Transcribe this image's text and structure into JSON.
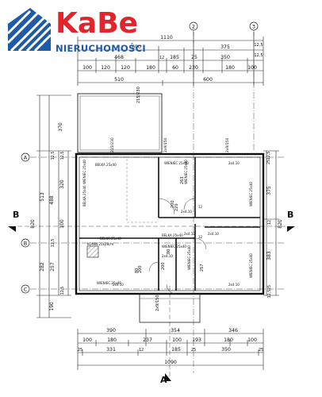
{
  "brand": {
    "name": "KaBe",
    "tagline": "NIERUCHOMOŚCI",
    "colors": {
      "red": "#e3242b",
      "blue": "#1f5aa8"
    }
  },
  "axes": {
    "top": [
      "2",
      "3"
    ],
    "left": [
      "A",
      "B",
      "C"
    ],
    "section_marks": [
      "B",
      "B",
      "A"
    ]
  },
  "dimensions": {
    "top_overall": "1110",
    "top_row1": [
      "690",
      "375",
      "12,5"
    ],
    "top_row2": [
      "468",
      "12",
      "185",
      "25",
      "350",
      "12,5"
    ],
    "top_row3": [
      "100",
      "120",
      "120",
      "180",
      "60",
      "230",
      "180",
      "100"
    ],
    "top_row4": [
      "510",
      "600"
    ],
    "bottom_row1": [
      "390",
      "354",
      "346"
    ],
    "bottom_row2": [
      "100",
      "180",
      "237",
      "100",
      "193",
      "180",
      "100"
    ],
    "bottom_row3": [
      "25",
      "331",
      "12",
      "185",
      "25",
      "350",
      "25"
    ],
    "bottom_overall": "1090",
    "left_vertical": [
      "370",
      "12,5",
      "12,5",
      "513",
      "320",
      "488",
      "820",
      "100",
      "12,5",
      "282",
      "257",
      "12,5",
      "190"
    ],
    "right_vertical": [
      "12,5",
      "25",
      "375",
      "12",
      "820",
      "383",
      "25",
      "12,5"
    ],
    "misc": [
      "215/230",
      "2x9/150",
      "215/230",
      "2x9/150",
      "2x9/150",
      "12",
      "12"
    ]
  },
  "rooms": {
    "labels": [
      "BELKA 25x40",
      "BELKA 25x40",
      "BELKA 25x40",
      "BELKA 25x40",
      "WIENIEC 25x40",
      "WIENIEC 25x40",
      "WIENIEC 25x40",
      "WIENIEC 25x40",
      "WIENIEC 25x40",
      "WIENIEC 25x40",
      "WIENIEC 25x40",
      "WIENIEC 25x40",
      "KOMIN 25x28cm"
    ],
    "small": [
      "2x4.10",
      "2x4.10",
      "2x4.10",
      "2x4.10",
      "2x4.10",
      "2x4.10",
      "2x4.10",
      "263",
      "257",
      "200",
      "80",
      "200",
      "200",
      "220",
      "80"
    ]
  }
}
